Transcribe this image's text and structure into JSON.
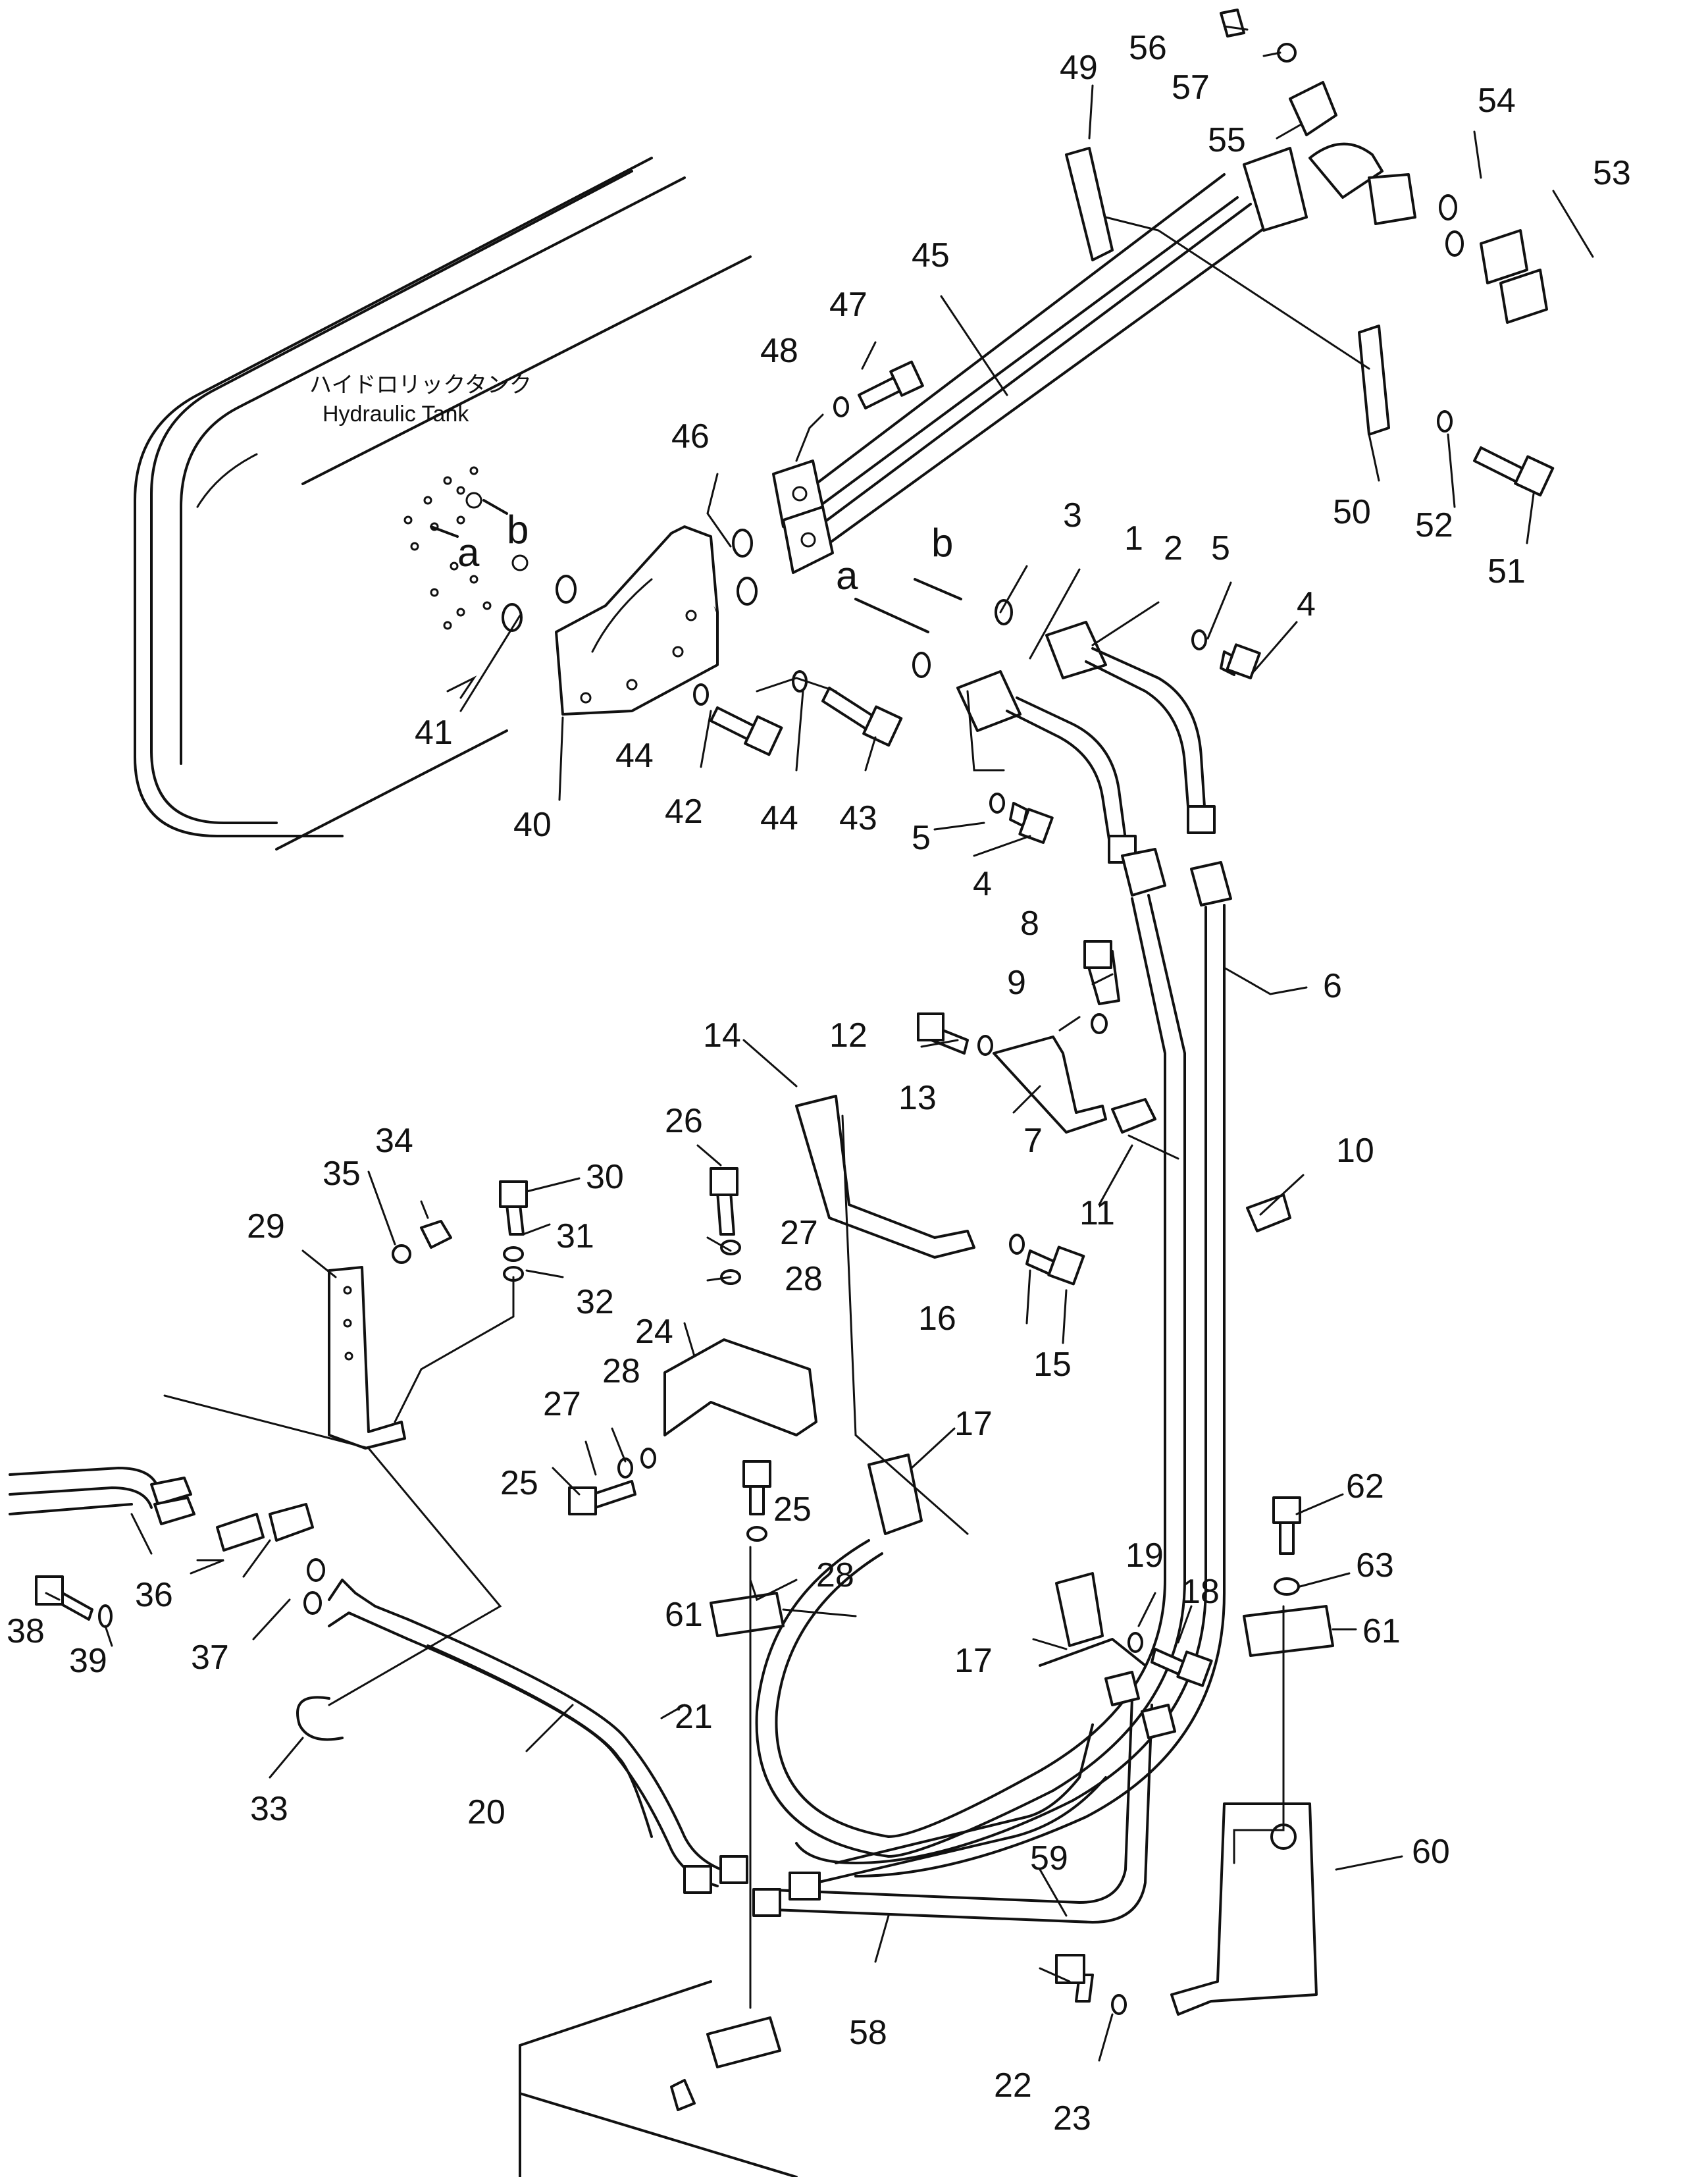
{
  "tank_label": {
    "jp": "ハイドロリックタンク",
    "en": "Hydraulic Tank"
  },
  "letters": {
    "a": "a",
    "b": "b"
  },
  "callouts": [
    "1",
    "2",
    "3",
    "4",
    "5",
    "6",
    "7",
    "8",
    "9",
    "10",
    "11",
    "12",
    "13",
    "14",
    "15",
    "16",
    "17",
    "18",
    "19",
    "20",
    "21",
    "22",
    "23",
    "24",
    "25",
    "26",
    "27",
    "28",
    "29",
    "30",
    "31",
    "32",
    "33",
    "34",
    "35",
    "36",
    "37",
    "38",
    "39",
    "40",
    "41",
    "42",
    "43",
    "44",
    "45",
    "46",
    "47",
    "48",
    "49",
    "50",
    "51",
    "52",
    "53",
    "54",
    "55",
    "56",
    "57",
    "58",
    "59",
    "60",
    "61",
    "62",
    "63"
  ]
}
